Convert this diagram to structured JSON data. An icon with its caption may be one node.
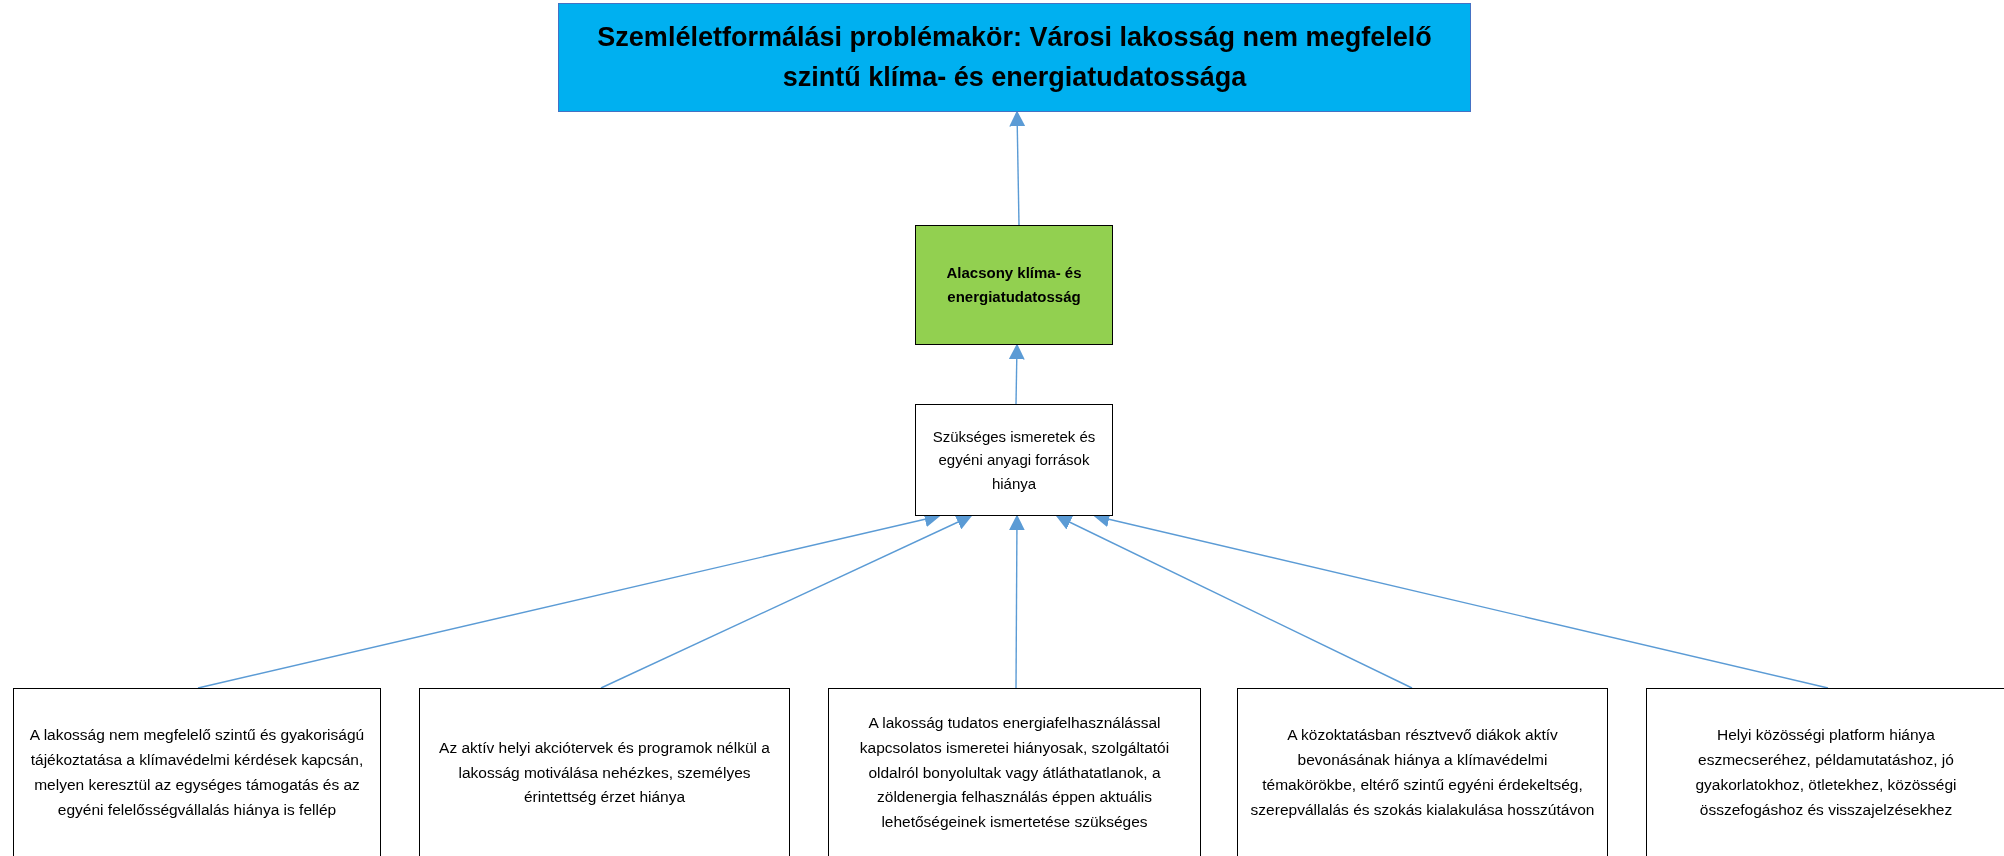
{
  "diagram": {
    "nodes": [
      {
        "text": [
          "Szemléletformálási problémakör: Városi lakosság nem megfelelő szintű klíma- és energiatudatossága"
        ]
      },
      {
        "text": [
          "Alacsony klíma- és energiatudatosság"
        ]
      },
      {
        "text": [
          "Szükséges ismeretek és egyéni anyagi források hiánya"
        ]
      },
      {
        "text": [
          "A lakosság nem megfelelő szintű és gyakoriságú tájékoztatása a klímavédelmi kérdések kapcsán, melyen keresztül az egységes támogatás és az egyéni felelősségvállalás hiánya is fellép"
        ]
      },
      {
        "text": [
          "Az aktív helyi akciótervek és programok nélkül a lakosság motiválása nehézkes, személyes érintettség érzet hiánya"
        ]
      },
      {
        "text": [
          "A lakosság tudatos energiafelhasználással kapcsolatos ismeretei hiányosak, szolgáltatói oldalról bonyolultak vagy átláthatatlanok, a zöldenergia felhasználás éppen aktuális lehetőségeinek ismertetése szükséges"
        ]
      },
      {
        "text": [
          "A közoktatásban résztvevő diákok aktív bevonásának hiánya a klímavédelmi témakörökbe, eltérő szintű egyéni érdekeltség, szerepvállalás és szokás kialakulása hosszútávon"
        ]
      },
      {
        "text": [
          "Helyi közösségi platform hiánya eszmecseréhez, példamutatáshoz, jó gyakorlatokhoz, ötletekhez, közösségi összefogáshoz és visszajelzésekhez"
        ]
      }
    ],
    "edges": [
      {
        "from": 1,
        "to": 0,
        "arrow": "to"
      },
      {
        "from": 2,
        "to": 1,
        "arrow": "to"
      },
      {
        "from": 3,
        "to": 2,
        "arrow": "to"
      },
      {
        "from": 4,
        "to": 2,
        "arrow": "to"
      },
      {
        "from": 5,
        "to": 2,
        "arrow": "to"
      },
      {
        "from": 6,
        "to": 2,
        "arrow": "to"
      },
      {
        "from": 7,
        "to": 2,
        "arrow": "to"
      }
    ]
  }
}
